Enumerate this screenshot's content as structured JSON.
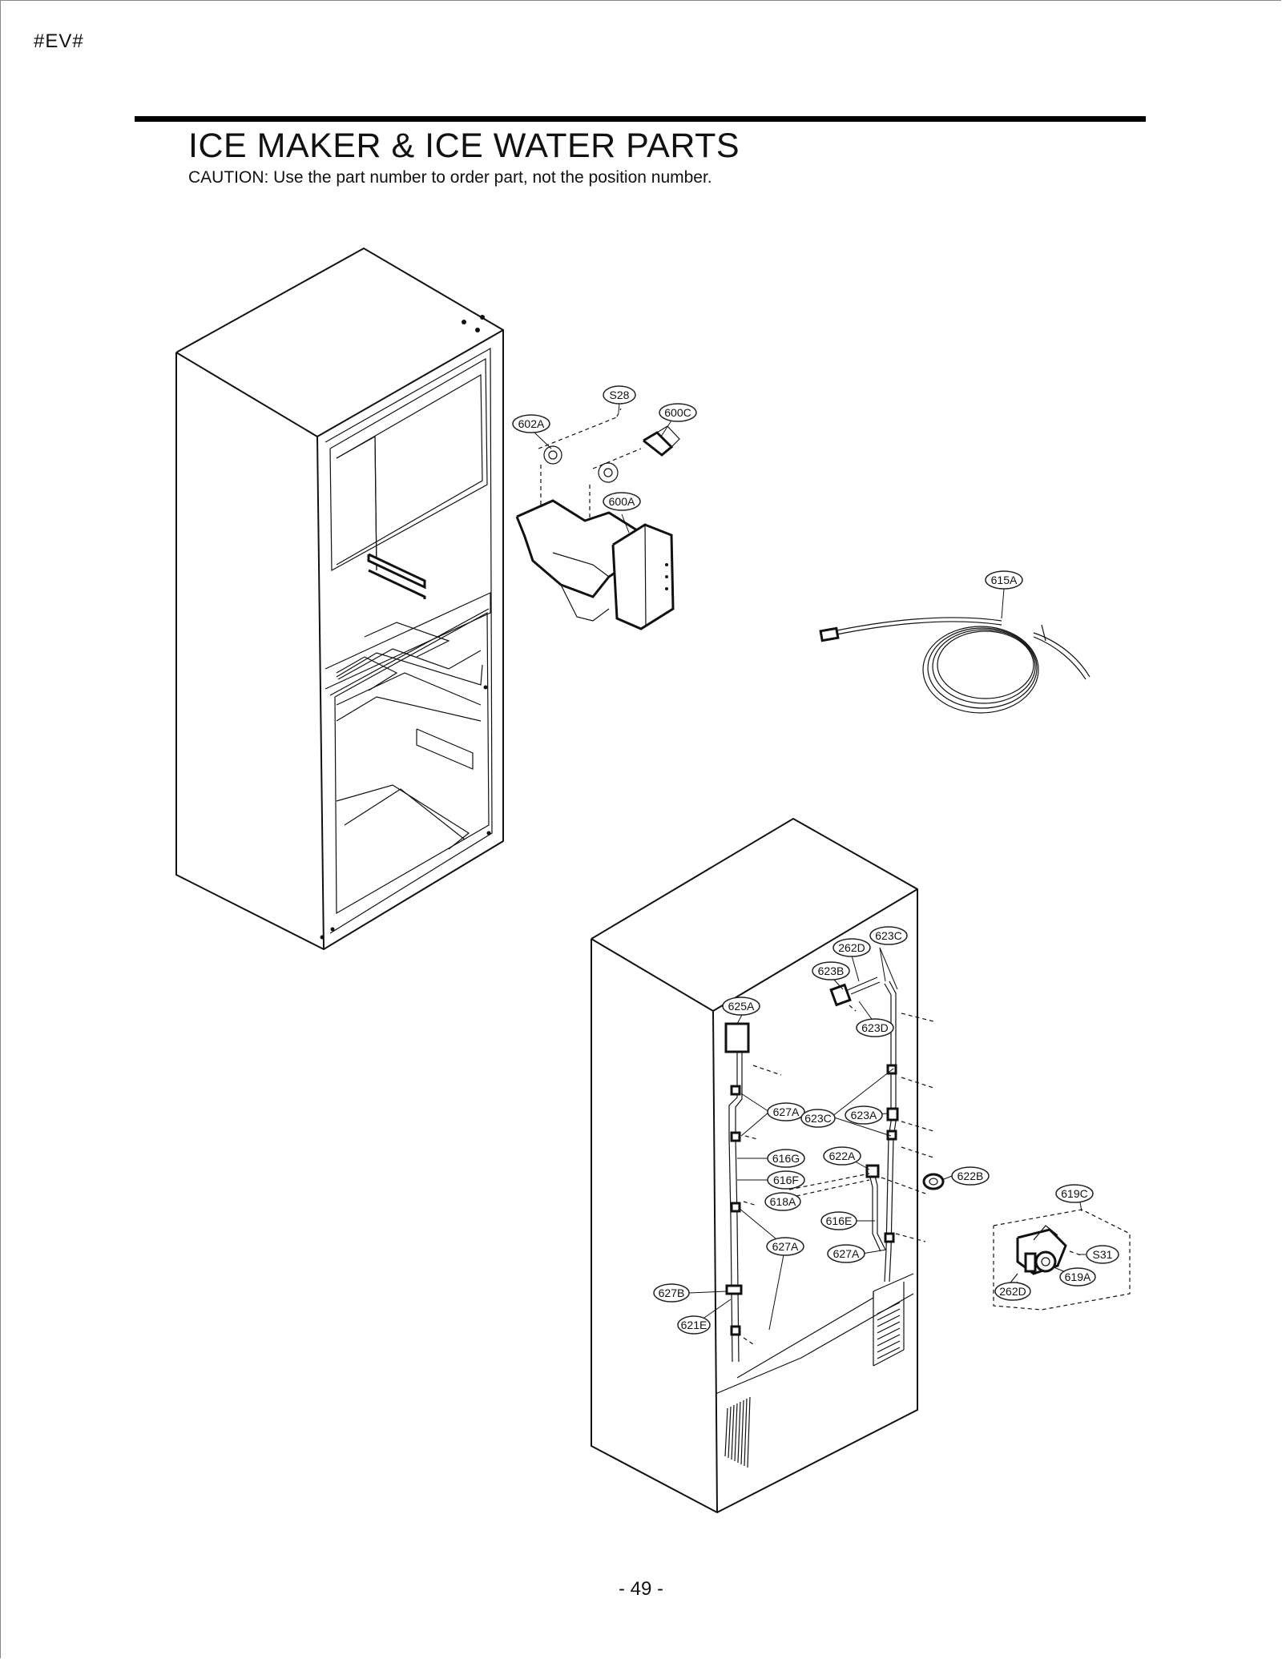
{
  "header": {
    "code": "#EV#",
    "title": "ICE MAKER & ICE WATER PARTS",
    "caution": "CAUTION: Use the part number to order part, not the position number."
  },
  "footer": {
    "page_number": "- 49 -"
  },
  "callouts": [
    {
      "id": "c-s28",
      "label": "S28"
    },
    {
      "id": "c-600c",
      "label": "600C"
    },
    {
      "id": "c-602a",
      "label": "602A"
    },
    {
      "id": "c-600a",
      "label": "600A"
    },
    {
      "id": "c-615a",
      "label": "615A"
    },
    {
      "id": "c-262d-a",
      "label": "262D"
    },
    {
      "id": "c-623c-a",
      "label": "623C"
    },
    {
      "id": "c-623b",
      "label": "623B"
    },
    {
      "id": "c-625a",
      "label": "625A"
    },
    {
      "id": "c-623d",
      "label": "623D"
    },
    {
      "id": "c-627a-a",
      "label": "627A"
    },
    {
      "id": "c-623c-b",
      "label": "623C"
    },
    {
      "id": "c-623a",
      "label": "623A"
    },
    {
      "id": "c-616g",
      "label": "616G"
    },
    {
      "id": "c-622a",
      "label": "622A"
    },
    {
      "id": "c-616f",
      "label": "616F"
    },
    {
      "id": "c-622b",
      "label": "622B"
    },
    {
      "id": "c-618a",
      "label": "618A"
    },
    {
      "id": "c-619c",
      "label": "619C"
    },
    {
      "id": "c-616e",
      "label": "616E"
    },
    {
      "id": "c-627a-b",
      "label": "627A"
    },
    {
      "id": "c-627a-c",
      "label": "627A"
    },
    {
      "id": "c-s31",
      "label": "S31"
    },
    {
      "id": "c-619a",
      "label": "619A"
    },
    {
      "id": "c-627b",
      "label": "627B"
    },
    {
      "id": "c-262d-b",
      "label": "262D"
    },
    {
      "id": "c-621e",
      "label": "621E"
    }
  ]
}
